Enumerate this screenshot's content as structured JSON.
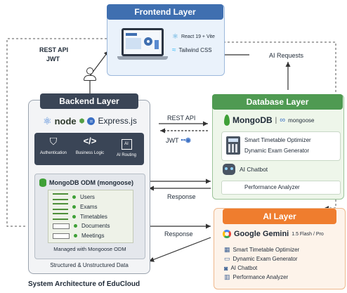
{
  "frontend": {
    "title": "Frontend Layer",
    "tech": [
      "React 19 + Vite",
      "Tailwind CSS"
    ]
  },
  "backend": {
    "title": "Backend Layer",
    "node_label": "node",
    "express_label": "Express.js",
    "modules": [
      "Authentication",
      "Business Logic",
      "AI Routing"
    ],
    "odm_title": "MongoDB ODM (mongoose)",
    "collections": [
      "Users",
      "Exams",
      "Timetables",
      "Documents",
      "Meetings"
    ],
    "managed_note": "Managed with Mongoose ODM",
    "data_note": "Structured & Unstructured Data"
  },
  "database": {
    "title": "Database Layer",
    "mongodb_label": "MongoDB",
    "mongoose_label": "mongoose",
    "features": [
      "Smart Timetable Optimizer",
      "Dynamic Exam Generator",
      "AI Chatbot",
      "Performance Analyzer"
    ]
  },
  "ai": {
    "title": "AI Layer",
    "gemini_label": "Google Gemini",
    "gemini_version": "1.5 Flash / Pro",
    "features": [
      "Smart Timetable Optimizer",
      "Dynamic Exam Generator",
      "AI Chatbot",
      "Performance Analyzer"
    ]
  },
  "connections": {
    "rest_api_jwt_1": "REST API",
    "rest_api_jwt_2": "JWT",
    "ai_requests": "AI Requests",
    "rest_api": "REST API",
    "jwt": "JWT",
    "response_db": "Response",
    "response_ai": "Response"
  },
  "caption": "System Architecture of EduCloud",
  "colors": {
    "frontend_header": "#3f6fb0",
    "backend_header": "#3a4556",
    "database_header": "#4f9a52",
    "ai_header": "#ef7d2e",
    "mongo_green": "#3fa037",
    "node_green": "#539e43"
  }
}
